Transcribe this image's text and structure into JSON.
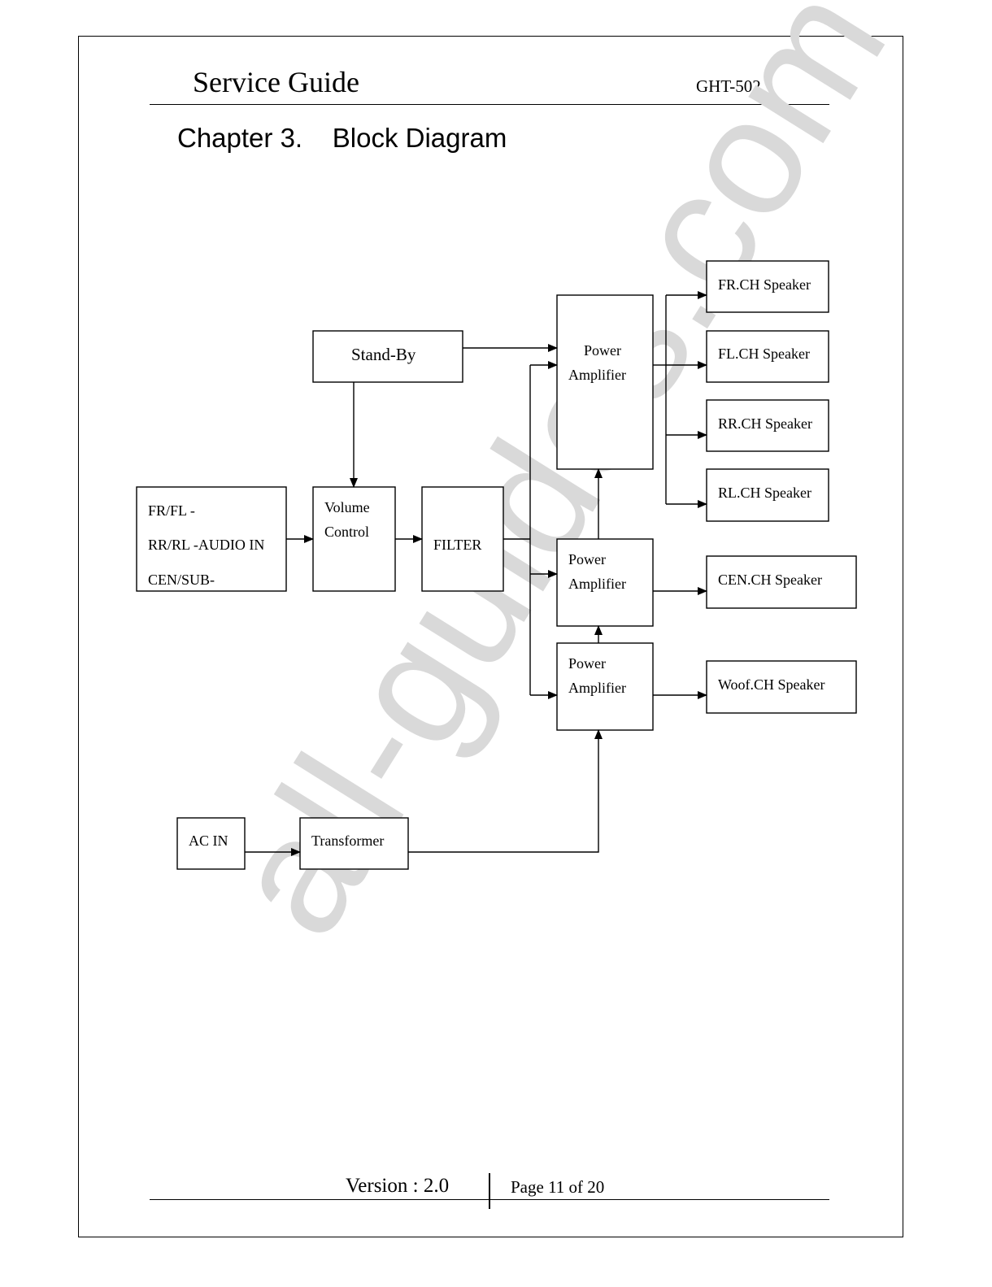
{
  "header": {
    "title": "Service Guide",
    "model": "GHT-502"
  },
  "chapter_title": "Chapter 3.    Block Diagram",
  "watermark": "all-guides.com",
  "diagram": {
    "input": [
      "FR/FL -",
      "RR/RL -AUDIO IN",
      "CEN/SUB-"
    ],
    "standby": "Stand-By",
    "volume_control": [
      "Volume",
      "Control"
    ],
    "filter": "FILTER",
    "power_amplifier": [
      "Power",
      "Amplifier"
    ],
    "speakers": {
      "fr": "FR.CH Speaker",
      "fl": "FL.CH Speaker",
      "rr": "RR.CH Speaker",
      "rl": "RL.CH Speaker",
      "cen": "CEN.CH Speaker",
      "woof": "Woof.CH Speaker"
    },
    "ac_in": "AC IN",
    "transformer": "Transformer"
  },
  "footer": {
    "version": "Version : 2.0",
    "page": "Page 11 of 20"
  }
}
